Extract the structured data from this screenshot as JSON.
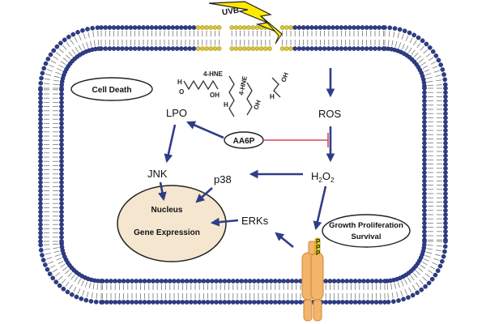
{
  "stimulus": "UVB",
  "nodes": {
    "lpo": "LPO",
    "ros": "ROS",
    "h2o2_main": "H",
    "h2o2_sub1": "2",
    "h2o2_o": "O",
    "h2o2_sub2": "2",
    "jnk": "JNK",
    "p38": "p38",
    "erks": "ERKs",
    "aa6p": "AA6P"
  },
  "labels": {
    "cell_death": "Cell Death",
    "growth_line1": "Growth Proliferation",
    "growth_line2": "Survival",
    "nucleus_line1": "Nucleus",
    "nucleus_line2": "Gene Expression",
    "phospho": "P"
  },
  "molecules": {
    "hne_label": "4-HNE",
    "hydroxyl": "OH",
    "hydrogen": "H",
    "oxygen": "O"
  },
  "colors": {
    "membrane": "#2f3d86",
    "membrane_outline": "#1e2a6a",
    "membrane_damaged": "#d9c53a",
    "arrow": "#2f3d86",
    "inhibition": "#d9475f",
    "nucleus_fill": "#f5e6cf",
    "receptor": "#f4b46a",
    "phospho": "#f2d21a",
    "bolt": "#ffea00"
  },
  "icons": [
    "lightning-bolt-icon",
    "receptor-icon",
    "inhibition-bar-icon"
  ]
}
